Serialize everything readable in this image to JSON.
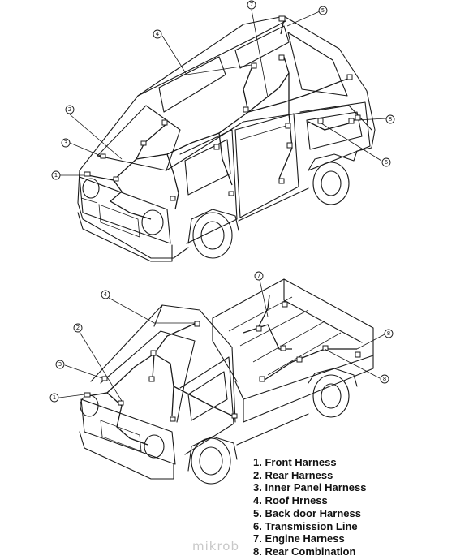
{
  "legend": [
    {
      "number": "1",
      "label": "Front Harness"
    },
    {
      "number": "2",
      "label": "Rear Harness"
    },
    {
      "number": "3",
      "label": "Inner Panel Harness"
    },
    {
      "number": "4",
      "label": "Roof Hrness"
    },
    {
      "number": "5",
      "label": "Back door Harness"
    },
    {
      "number": "6",
      "label": "Transmission Line"
    },
    {
      "number": "7",
      "label": "Engine Harness"
    },
    {
      "number": "8",
      "label": "Rear Combination"
    }
  ],
  "van_callouts": [
    "1",
    "2",
    "3",
    "4",
    "5",
    "6",
    "7",
    "8"
  ],
  "truck_callouts": [
    "1",
    "2",
    "3",
    "4",
    "7",
    "8",
    "8"
  ],
  "watermark": "mikrob"
}
